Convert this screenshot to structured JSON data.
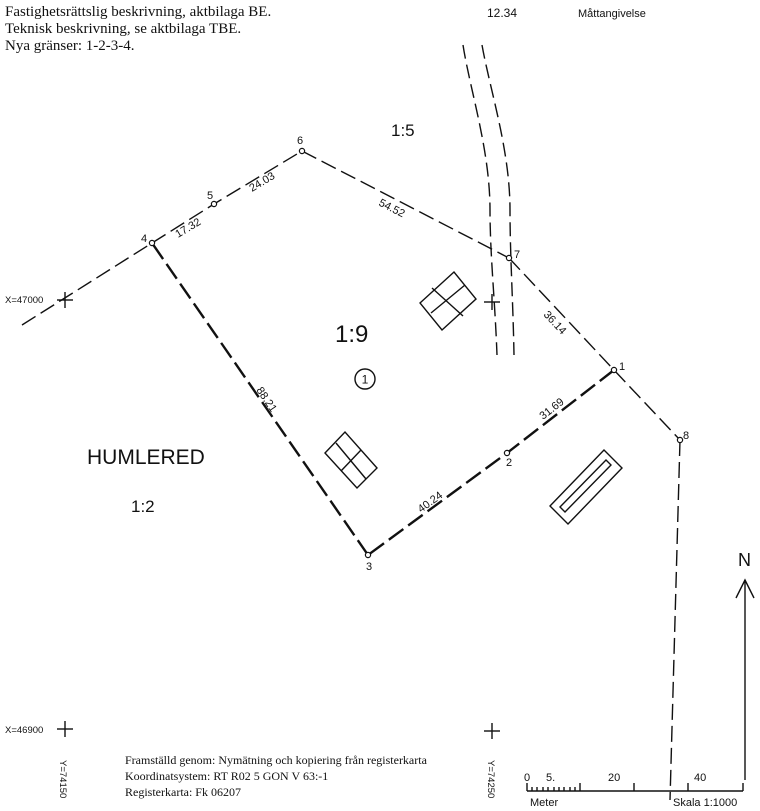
{
  "header": {
    "line1": "Fastighetsrättslig beskrivning, aktbilaga BE.",
    "line2": "Teknisk beskrivning, se aktbilaga TBE.",
    "line3": "Nya gränser:  1-2-3-4.",
    "measure_value": "12.34",
    "measure_label": "Måttangivelse"
  },
  "parcels": {
    "main": "1:9",
    "north": "1:5",
    "west": "1:2",
    "area_name": "HUMLERED",
    "circle_number": "1"
  },
  "points": {
    "p1": "1",
    "p2": "2",
    "p3": "3",
    "p4": "4",
    "p5": "5",
    "p6": "6",
    "p7": "7",
    "p8": "8"
  },
  "distances": {
    "d45": "17.32",
    "d56": "24.03",
    "d67": "54.52",
    "d71": "36.14",
    "d12": "31.69",
    "d23": "40.24",
    "d34": "88.21"
  },
  "coordinates": {
    "x_upper": "X=47000",
    "x_lower": "X=46900",
    "y_left": "Y=74150",
    "y_right": "Y=74250"
  },
  "footer": {
    "line1": "Framställd genom: Nymätning och kopiering från registerkarta",
    "line2": "Koordinatsystem: RT R02 5 GON V 63:-1",
    "line3": "Registerkarta: Fk 06207"
  },
  "scalebar": {
    "t0": "0",
    "t5": "5.",
    "t20": "20",
    "t40": "40",
    "unit": "Meter",
    "scale": "Skala 1:1000"
  },
  "north_label": "N"
}
